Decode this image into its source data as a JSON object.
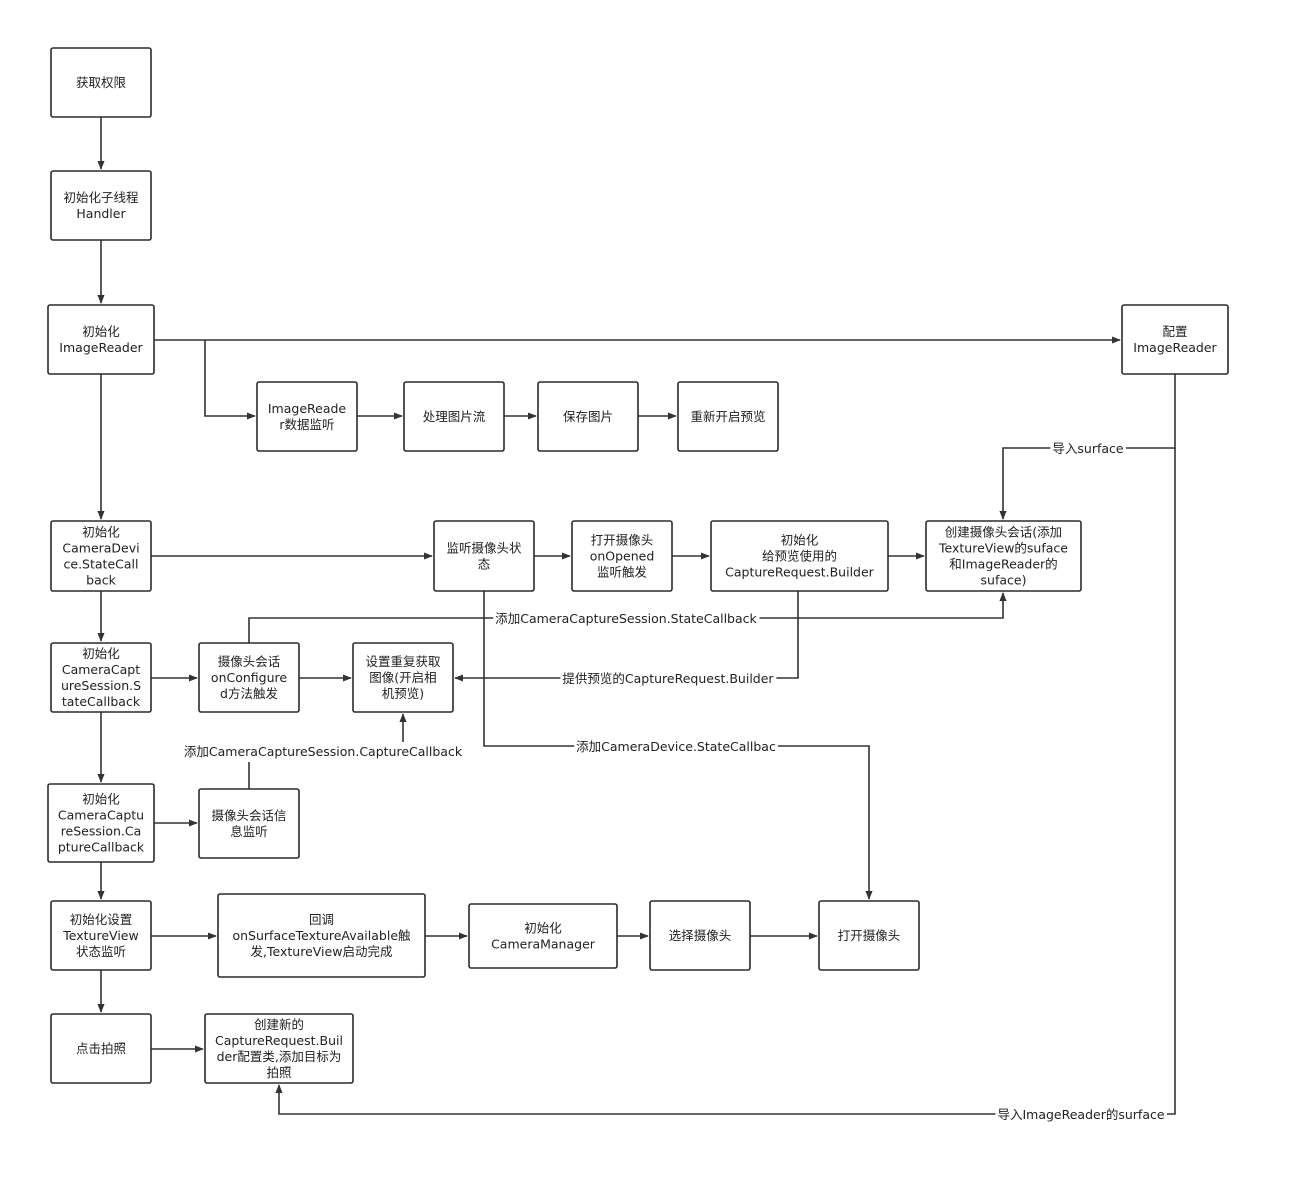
{
  "nodes": {
    "get_permission": "获取权限",
    "init_thread_handler": "初始化子线程\nHandler",
    "init_imagereader": "初始化\nImageReader",
    "config_imagereader": "配置\nImageReader",
    "imagereader_listener": "ImageReade\nr数据监听",
    "process_image_stream": "处理图片流",
    "save_image": "保存图片",
    "restart_preview": "重新开启预览",
    "init_device_statecallback": "初始化\nCameraDevi\nce.StateCall\nback",
    "listen_camera_state": "监听摄像头状\n态",
    "open_camera_onopened": "打开摄像头\nonOpened\n监听触发",
    "init_preview_builder": "初始化\n给预览使用的\nCaptureRequest.Builder",
    "create_capture_session": "创建摄像头会话(添加\nTextureView的suface\n和ImageReader的\nsuface)",
    "init_session_statecallback": "初始化\nCameraCapt\nureSession.S\ntateCallback",
    "session_onconfigured": "摄像头会话\nonConfigure\nd方法触发",
    "set_repeating_request": "设置重复获取\n图像(开启相\n机预览)",
    "init_session_capturecallback": "初始化\nCameraCaptu\nreSession.Ca\nptureCallback",
    "session_info_listener": "摄像头会话信\n息监听",
    "init_textureview_listener": "初始化设置\nTextureView\n状态监听",
    "surface_available_callback": "回调\nonSurfaceTextureAvailable触\n发,TextureView启动完成",
    "init_camera_manager": "初始化\nCameraManager",
    "select_camera": "选择摄像头",
    "open_camera": "打开摄像头",
    "click_take_photo": "点击拍照",
    "create_new_builder": "创建新的\nCaptureRequest.Buil\nder配置类,添加目标为\n拍照"
  },
  "edge_labels": {
    "import_surface": "导入surface",
    "add_session_statecallback": "添加CameraCaptureSession.StateCallback",
    "provide_preview_builder": "提供预览的CaptureRequest.Builder",
    "add_session_capturecallback": "添加CameraCaptureSession.CaptureCallback",
    "add_device_statecallback": "添加CameraDevice.StateCallbac",
    "import_imagereader_surface": "导入ImageReader的surface"
  },
  "colors": {
    "box_stroke": "#2b2b2b",
    "box_fill": "#ffffff",
    "line": "#333333"
  }
}
